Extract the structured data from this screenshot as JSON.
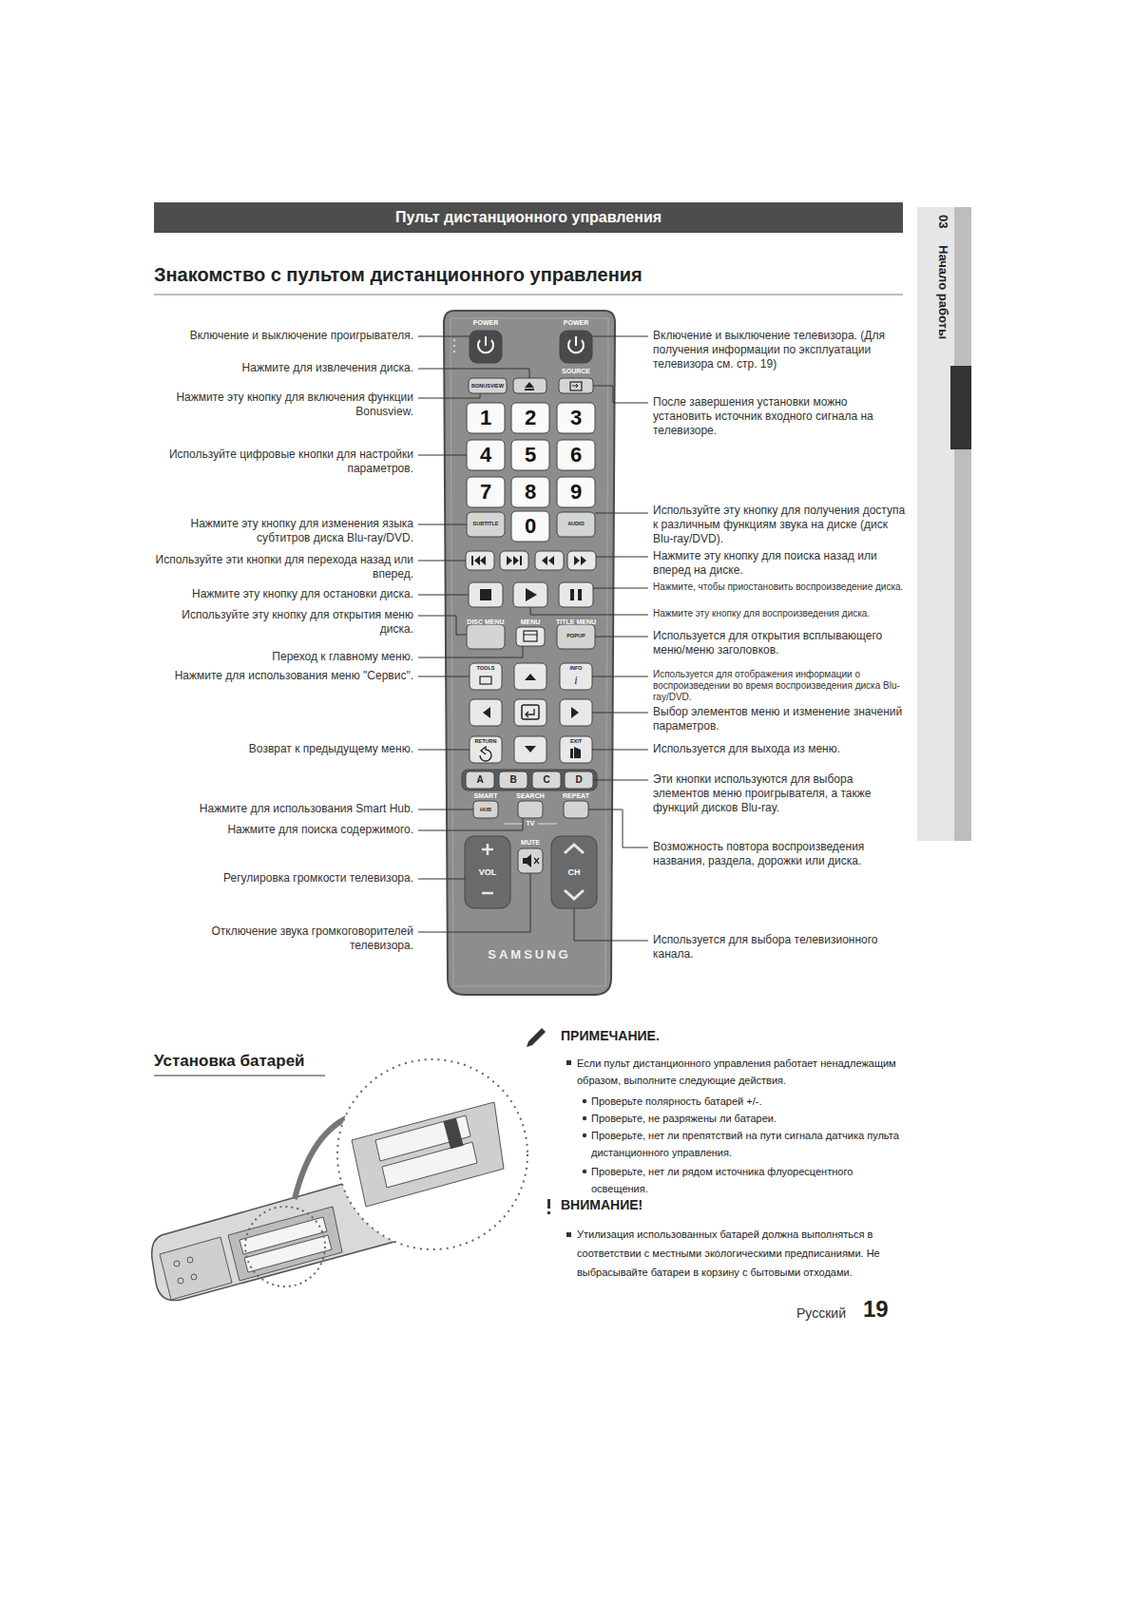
{
  "diagram": {
    "title": "Пульт дистанционного управления",
    "labels": [
      "Знакомство с пультом дистанционного управления",
      "03",
      "Начало работы",
      "Включение и выключение проигрывателя.",
      "Нажмите для извлечения диска.",
      "Нажмите эту кнопку для включения функции Bonusview.",
      "Используйте цифровые кнопки для настройки параметров.",
      "Нажмите эту кнопку для изменения языка субтитров диска Blu-ray/DVD.",
      "Используйте эти кнопки для перехода назад или вперед.",
      "Нажмите эту кнопку для остановки диска.",
      "Используйте эту кнопку для открытия меню диска.",
      "Переход к главному меню.",
      "Нажмите для использования меню \"Сервис\".",
      "Возврат к предыдущему меню.",
      "Нажмите для использования Smart Hub.",
      "Нажмите для поиска содержимого.",
      "Регулировка громкости телевизора.",
      "Отключение звука громкоговорителей телевизора.",
      "Включение и выключение телевизора. (Для получения информации по эксплуатации телевизора см. стр. 19)",
      "После завершения установки можно установить источник входного сигнала на телевизоре.",
      "Используйте эту кнопку для получения доступа к различным функциям звука на диске (диск Blu-ray/DVD).",
      "Нажмите эту кнопку для поиска назад или вперед на диске.",
      "Нажмите, чтобы приостановить воспроизведение диска.",
      "Нажмите эту кнопку для воспроизведения диска.",
      "Используется для открытия всплывающего меню/меню заголовков.",
      "Используется для отображения информации о воспроизведении во время воспроизведения диска Blu-ray/DVD.",
      "Выбор элементов меню и изменение значений параметров.",
      "Используется для выхода из меню.",
      "Эти кнопки используются для выбора элементов меню проигрывателя, а также функций дисков Blu-ray.",
      "Возможность повтора воспроизведения названия, раздела, дорожки или диска.",
      "Используется для выбора телевизионного канала.",
      "POWER",
      "POWER",
      "BONUSVIEW",
      "SOURCE",
      "1",
      "2",
      "3",
      "4",
      "5",
      "6",
      "7",
      "8",
      "9",
      "0",
      "SUBTITLE",
      "AUDIO",
      "DISC MENU",
      "MENU",
      "TITLE MENU",
      "POPUP",
      "TOOLS",
      "INFO",
      "i",
      "RETURN",
      "EXIT",
      "A",
      "B",
      "C",
      "D",
      "SMART",
      "HUB",
      "SEARCH",
      "REPEAT",
      "TV",
      "MUTE",
      "VOL",
      "CH",
      "SAMSUNG",
      "Установка батарей",
      "ПРИМЕЧАНИЕ.",
      "Если пульт дистанционного управления работает ненадлежащим образом, выполните следующие действия.",
      "Проверьте полярность батарей +/-.",
      "Проверьте, не разряжены ли батареи.",
      "Проверьте, нет ли препятствий на пути сигнала датчика пульта дистанционного управления.",
      "Проверьте, нет ли рядом источника флуоресцентного освещения.",
      "ВНИМАНИЕ!",
      "Утилизация использованных батарей должна выполняться в соответствии с местными экологическими предписаниями. Не выбрасывайте батареи в корзину с бытовыми отходами.",
      "Русский",
      "19"
    ]
  }
}
